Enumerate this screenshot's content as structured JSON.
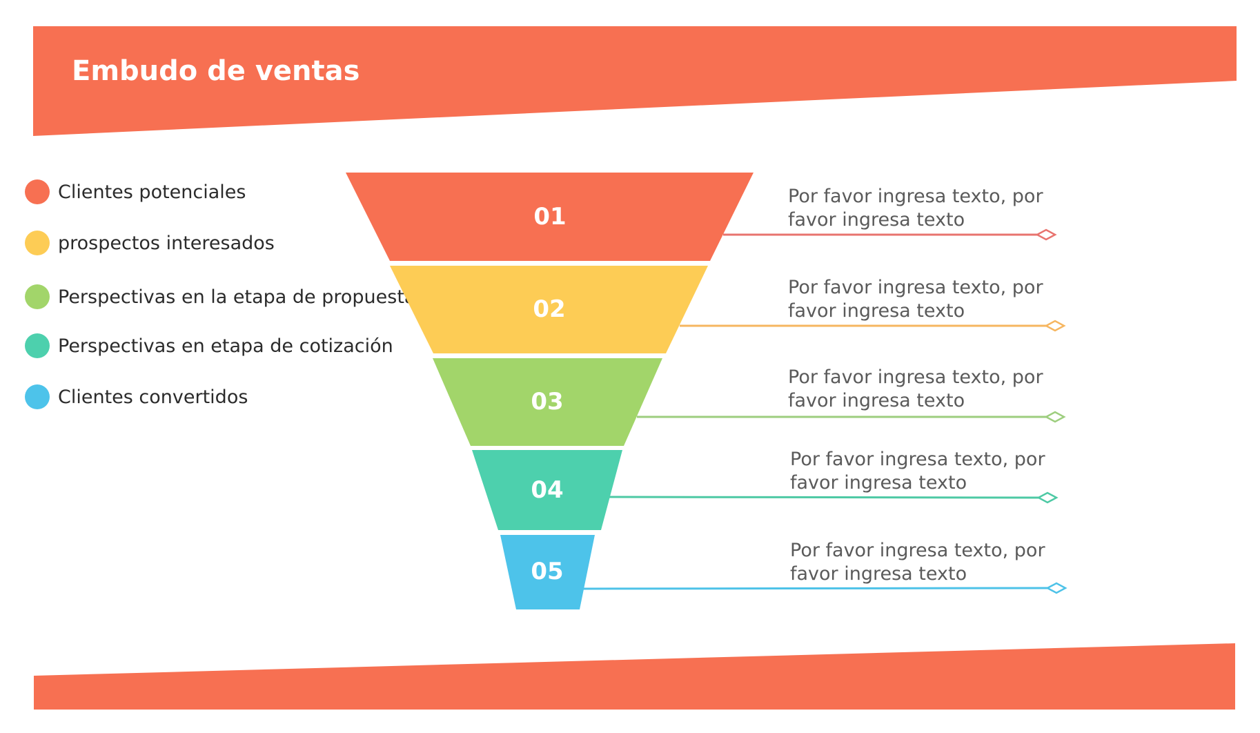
{
  "title": "Embudo de ventas",
  "colors": {
    "banner": "#F77052",
    "stage1": "#F77052",
    "stage2": "#FDCC55",
    "stage3": "#A2D56A",
    "stage4": "#4DD0AD",
    "stage5": "#4DC3EA",
    "line1": "#E8736E",
    "line2": "#F6B660",
    "line3": "#9DCE7E",
    "line4": "#4DC9A4",
    "line5": "#4DC2E8"
  },
  "legend": [
    {
      "label": "Clientes potenciales",
      "color": "#F77052"
    },
    {
      "label": "prospectos interesados",
      "color": "#FDCC55"
    },
    {
      "label": "Perspectivas en la etapa de propuesta",
      "color": "#A2D56A"
    },
    {
      "label": "Perspectivas en etapa de cotización",
      "color": "#4DD0AD"
    },
    {
      "label": "Clientes convertidos",
      "color": "#4DC3EA"
    }
  ],
  "stages": [
    {
      "number": "01",
      "note": "Por favor ingresa texto, por favor ingresa texto"
    },
    {
      "number": "02",
      "note": "Por favor ingresa texto, por favor ingresa texto"
    },
    {
      "number": "03",
      "note": "Por favor ingresa texto, por favor ingresa texto"
    },
    {
      "number": "04",
      "note": "Por favor ingresa texto, por favor ingresa texto"
    },
    {
      "number": "05",
      "note": "Por favor ingresa texto, por favor ingresa texto"
    }
  ]
}
